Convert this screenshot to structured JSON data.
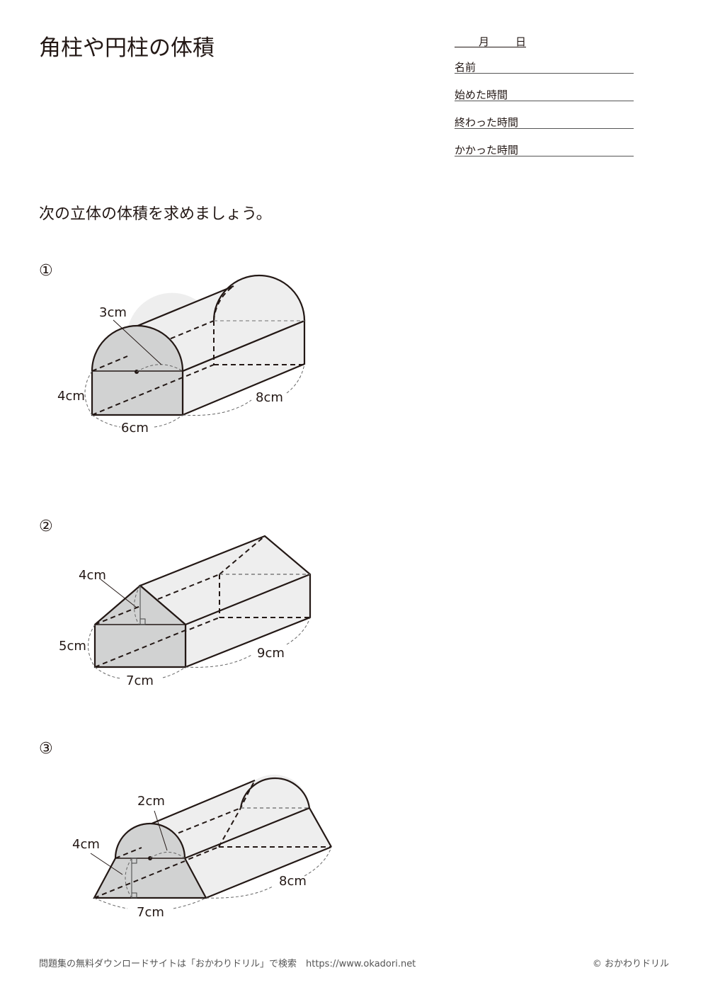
{
  "header": {
    "title": "角柱や円柱の体積",
    "date": {
      "month_label": "月",
      "day_label": "日"
    },
    "fields": [
      {
        "label": "名前",
        "value": ""
      },
      {
        "label": "始めた時間",
        "value": ""
      },
      {
        "label": "終わった時間",
        "value": ""
      },
      {
        "label": "かかった時間",
        "value": ""
      }
    ]
  },
  "instruction": "次の立体の体積を求めましょう。",
  "problems": [
    {
      "number": "①",
      "shape": "rectangle with semicircle on top (prism)",
      "labels": {
        "radius": "3cm",
        "height": "4cm",
        "width": "6cm",
        "depth": "8cm"
      }
    },
    {
      "number": "②",
      "shape": "pentagon (rectangle with triangle roof) prism",
      "labels": {
        "triangle_height": "4cm",
        "height": "5cm",
        "width": "7cm",
        "depth": "9cm"
      }
    },
    {
      "number": "③",
      "shape": "trapezoid with semicircle on top (prism)",
      "labels": {
        "radius": "2cm",
        "trapezoid_height": "4cm",
        "base": "7cm",
        "depth": "8cm"
      }
    }
  ],
  "footer": {
    "left": "問題集の無料ダウンロードサイトは「おかわりドリル」で検索　https://www.okadori.net",
    "right": "© おかわりドリル"
  },
  "colors": {
    "text": "#231815",
    "front_face": "#d1d2d2",
    "side_face": "#eeeeee"
  }
}
